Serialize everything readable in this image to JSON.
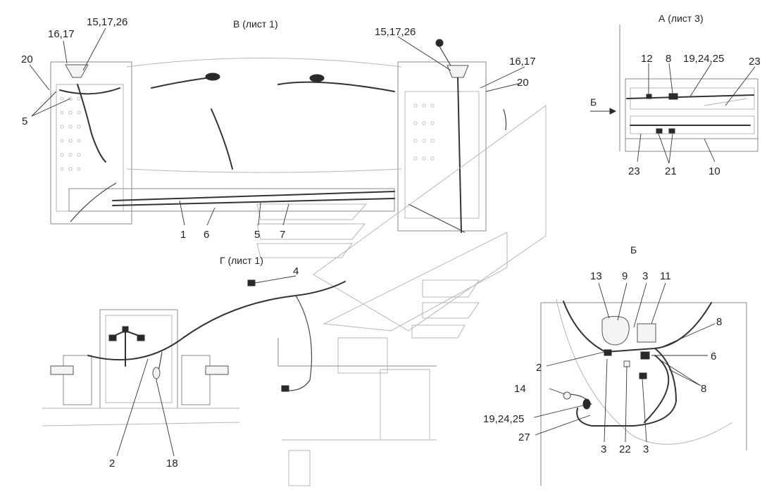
{
  "views": {
    "v_sheet1": "В (лист 1)",
    "a_sheet3": "А (лист 3)",
    "g_sheet1": "Г (лист 1)",
    "b": "Б",
    "b_arrow": "Б"
  },
  "callouts": {
    "v_16_17_left": "16,17",
    "v_15_17_26_left": "15,17,26",
    "v_20_left": "20",
    "v_5_left": "5",
    "v_15_17_26_right": "15,17,26",
    "v_16_17_right": "16,17",
    "v_20_right": "20",
    "v_1": "1",
    "v_6": "6",
    "v_5": "5",
    "v_7": "7",
    "a_12": "12",
    "a_8": "8",
    "a_19_24_25": "19,24,25",
    "a_23_top": "23",
    "a_23_bottom": "23",
    "a_21": "21",
    "a_10": "10",
    "g_4": "4",
    "g_2": "2",
    "g_18": "18",
    "b_13": "13",
    "b_9": "9",
    "b_3_top": "3",
    "b_11": "11",
    "b_8_top": "8",
    "b_2": "2",
    "b_6": "6",
    "b_8_right": "8",
    "b_14": "14",
    "b_19_24_25": "19,24,25",
    "b_27": "27",
    "b_3_bottom_left": "3",
    "b_22": "22",
    "b_3_bottom_right": "3"
  }
}
